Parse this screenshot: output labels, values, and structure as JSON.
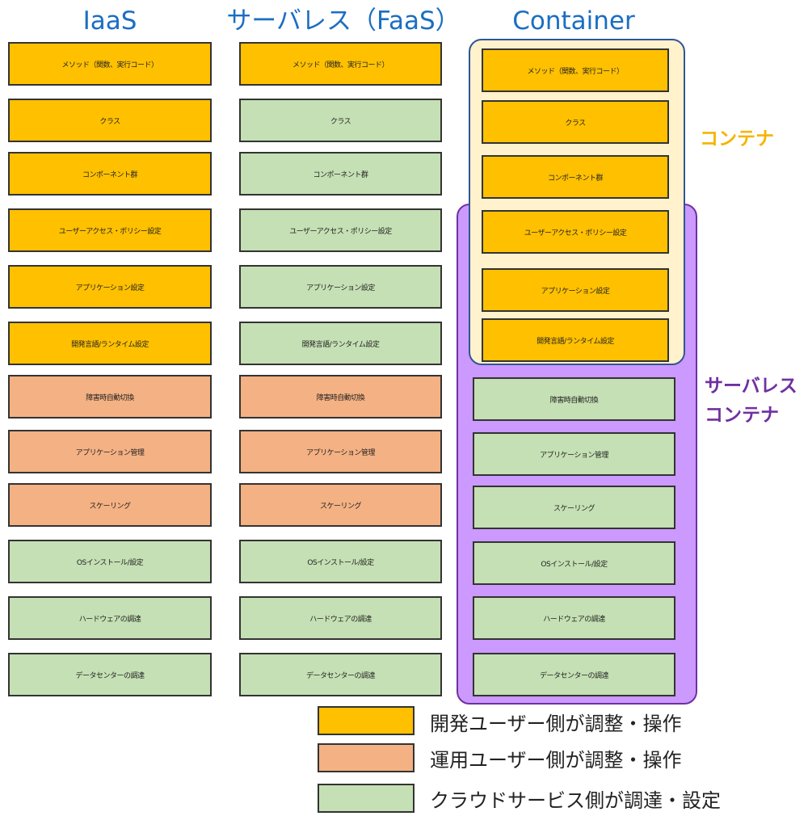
{
  "columns": [
    {
      "title": "IaaS",
      "items": [
        {
          "label": "メソッド（関数、実行コード）",
          "category": "dev"
        },
        {
          "label": "クラス",
          "category": "dev"
        },
        {
          "label": "コンポーネント群",
          "category": "dev"
        },
        {
          "label": "ユーザーアクセス・ポリシー設定",
          "category": "dev"
        },
        {
          "label": "アプリケーション設定",
          "category": "dev"
        },
        {
          "label": "開発言語/ランタイム設定",
          "category": "dev"
        },
        {
          "label": "障害時自動切換",
          "category": "ops"
        },
        {
          "label": "アプリケーション管理",
          "category": "ops"
        },
        {
          "label": "スケーリング",
          "category": "ops"
        },
        {
          "label": "OSインストール/設定",
          "category": "cloud"
        },
        {
          "label": "ハードウェアの調達",
          "category": "cloud"
        },
        {
          "label": "データセンターの調達",
          "category": "cloud"
        }
      ]
    },
    {
      "title": "サーバレス（FaaS）",
      "items": [
        {
          "label": "メソッド（関数、実行コード）",
          "category": "dev"
        },
        {
          "label": "クラス",
          "category": "cloud"
        },
        {
          "label": "コンポーネント群",
          "category": "cloud"
        },
        {
          "label": "ユーザーアクセス・ポリシー設定",
          "category": "cloud"
        },
        {
          "label": "アプリケーション設定",
          "category": "cloud"
        },
        {
          "label": "開発言語/ランタイム設定",
          "category": "cloud"
        },
        {
          "label": "障害時自動切換",
          "category": "ops"
        },
        {
          "label": "アプリケーション管理",
          "category": "ops"
        },
        {
          "label": "スケーリング",
          "category": "ops"
        },
        {
          "label": "OSインストール/設定",
          "category": "cloud"
        },
        {
          "label": "ハードウェアの調達",
          "category": "cloud"
        },
        {
          "label": "データセンターの調達",
          "category": "cloud"
        }
      ]
    },
    {
      "title": "Container",
      "items": [
        {
          "label": "メソッド（関数、実行コード）",
          "category": "dev"
        },
        {
          "label": "クラス",
          "category": "dev"
        },
        {
          "label": "コンポーネント群",
          "category": "dev"
        },
        {
          "label": "ユーザーアクセス・ポリシー設定",
          "category": "dev"
        },
        {
          "label": "アプリケーション設定",
          "category": "dev"
        },
        {
          "label": "開発言語/ランタイム設定",
          "category": "dev"
        },
        {
          "label": "障害時自動切換",
          "category": "cloud"
        },
        {
          "label": "アプリケーション管理",
          "category": "cloud"
        },
        {
          "label": "スケーリング",
          "category": "cloud"
        },
        {
          "label": "OSインストール/設定",
          "category": "cloud"
        },
        {
          "label": "ハードウェアの調達",
          "category": "cloud"
        },
        {
          "label": "データセンターの調達",
          "category": "cloud"
        }
      ]
    }
  ],
  "groups": {
    "container": {
      "label": "コンテナ",
      "color": "#f5b400"
    },
    "serverless_container": {
      "label_line1": "サーバレス",
      "label_line2": "コンテナ",
      "color": "#7030a0"
    }
  },
  "legend": [
    {
      "category": "dev",
      "label": "開発ユーザー側が調整・操作",
      "color": "#ffc000"
    },
    {
      "category": "ops",
      "label": "運用ユーザー側が調整・操作",
      "color": "#f4b183"
    },
    {
      "category": "cloud",
      "label": "クラウドサービス側が調達・設定",
      "color": "#c5e0b4"
    }
  ],
  "colors": {
    "title": "#1b6ec2",
    "serverless_group_fill": "#cc99ff",
    "container_group_fill": "#fff2cc"
  }
}
